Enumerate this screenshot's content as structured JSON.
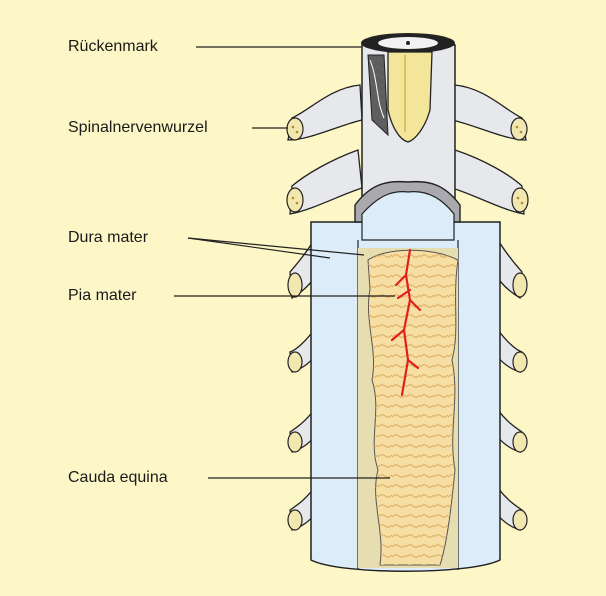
{
  "labels": {
    "rueckenmark": "Rückenmark",
    "spinalnervenwurzel": "Spinalnervenwurzel",
    "dura_mater": "Dura mater",
    "pia_mater": "Pia mater",
    "cauda_equina": "Cauda equina"
  },
  "colors": {
    "background": "#fdf6c6",
    "dura": "#dcecf8",
    "root": "#e6e8ec",
    "cord": "#f3e59a",
    "cauda": "#f7dfa4",
    "vessel": "#e02020"
  }
}
